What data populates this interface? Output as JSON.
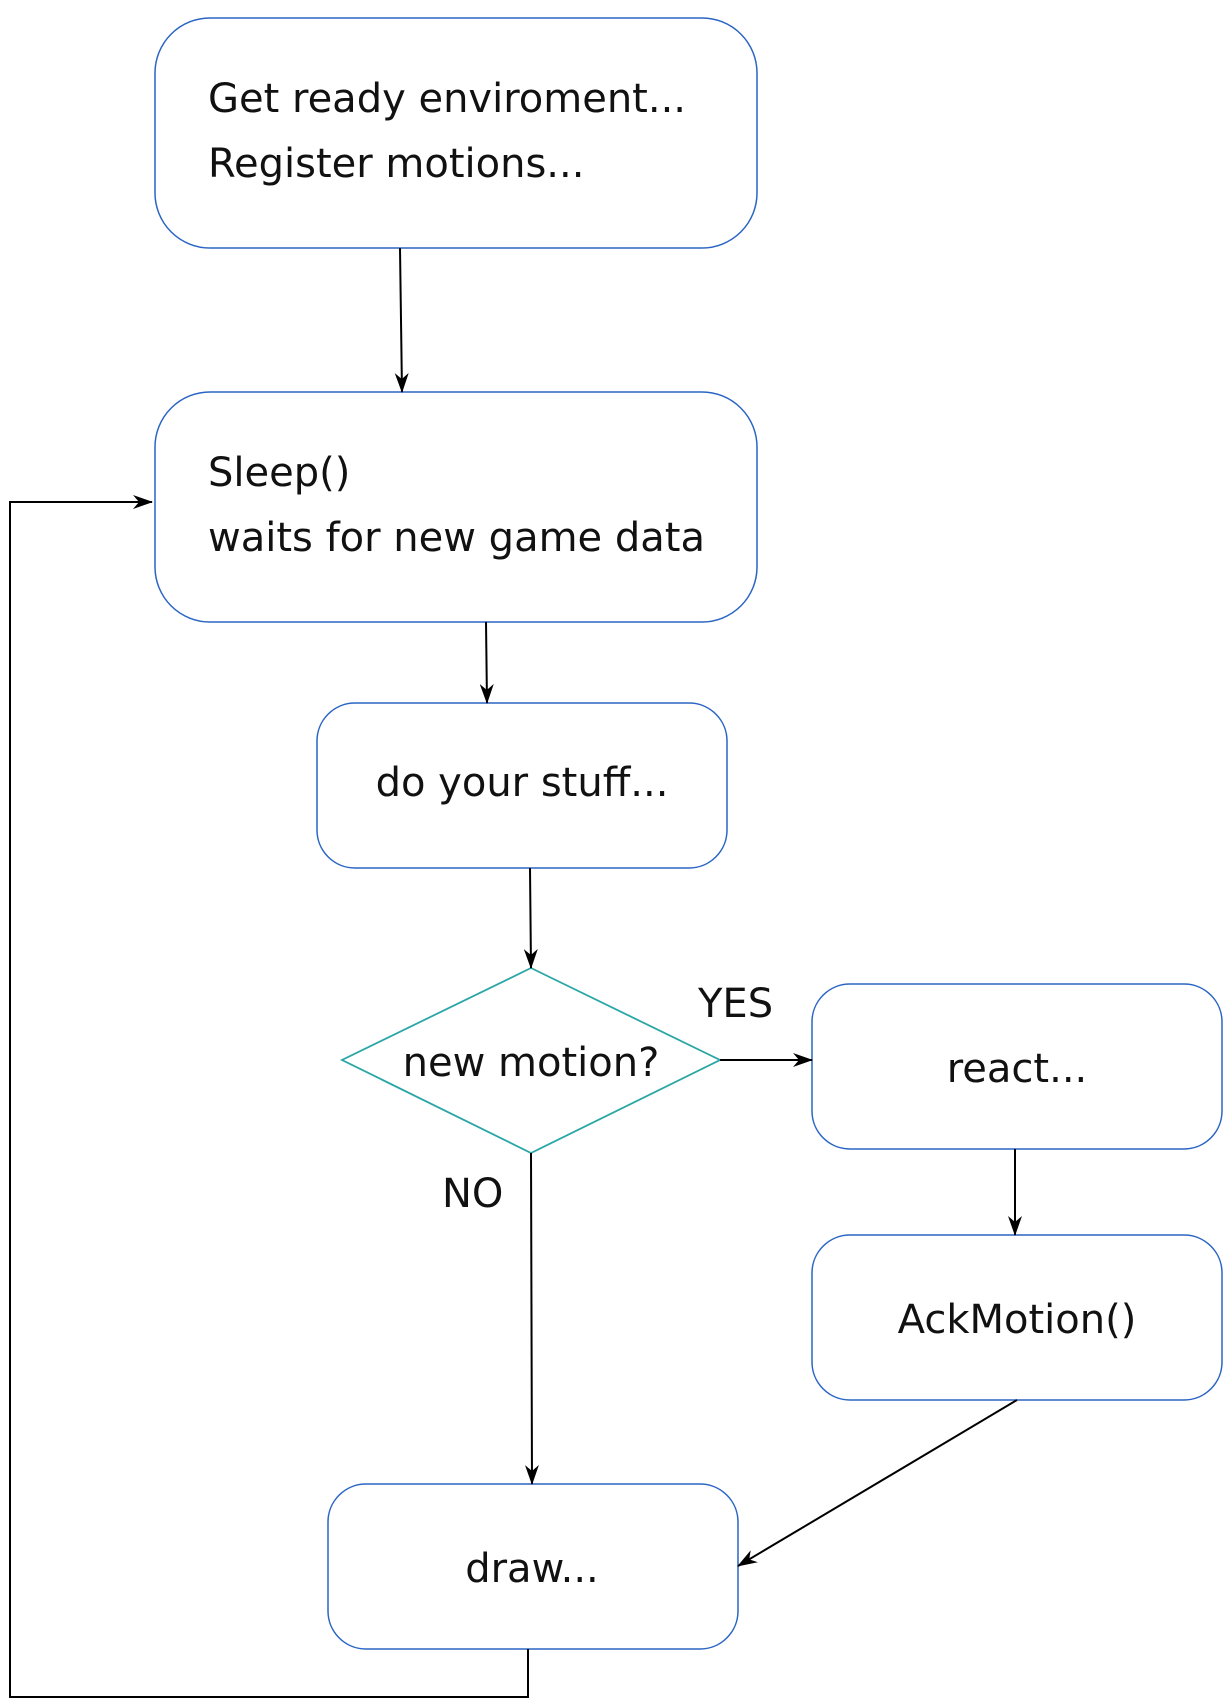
{
  "colors": {
    "box_stroke": "#2a65c4",
    "decision_stroke": "#2aa6a6",
    "edge": "#000000",
    "text": "#111111"
  },
  "nodes": {
    "init": {
      "line1": "Get ready enviroment...",
      "line2": "Register motions..."
    },
    "sleep": {
      "line1": "Sleep()",
      "line2": "waits for new game data"
    },
    "work": {
      "label": "do your stuff..."
    },
    "decision": {
      "label": "new motion?"
    },
    "react": {
      "label": "react..."
    },
    "ack": {
      "label": "AckMotion()"
    },
    "draw": {
      "label": "draw..."
    }
  },
  "edges": {
    "yes_label": "YES",
    "no_label": "NO"
  }
}
